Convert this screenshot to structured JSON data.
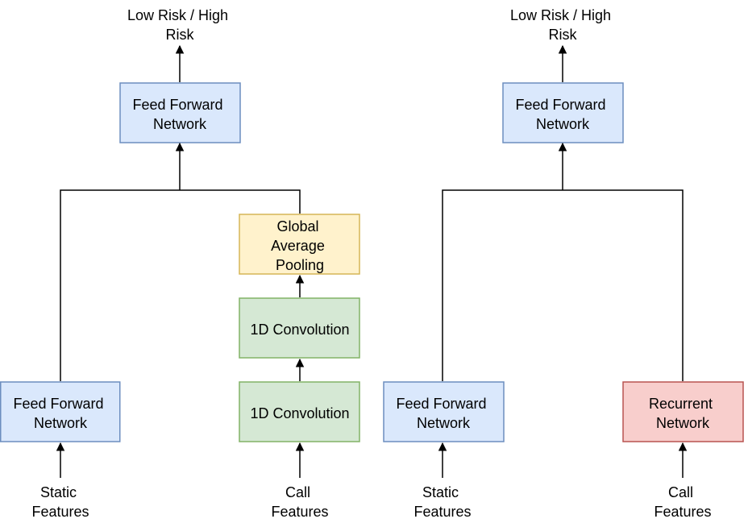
{
  "colors": {
    "blue_fill": "#dae8fc",
    "blue_stroke": "#6c8ebf",
    "green_fill": "#d5e8d4",
    "green_stroke": "#82b366",
    "yellow_fill": "#fff2cc",
    "yellow_stroke": "#d6b656",
    "red_fill": "#f8cecc",
    "red_stroke": "#b85450",
    "line": "#000000"
  },
  "left": {
    "output": [
      "Low Risk / High",
      "Risk"
    ],
    "head": [
      "Feed Forward",
      "Network"
    ],
    "static_branch": [
      "Feed Forward",
      "Network"
    ],
    "pooling": [
      "Global",
      "Average",
      "Pooling"
    ],
    "conv_upper": [
      "1D Convolution"
    ],
    "conv_lower": [
      "1D Convolution"
    ],
    "static_input": [
      "Static",
      "Features"
    ],
    "call_input": [
      "Call",
      "Features"
    ]
  },
  "right": {
    "output": [
      "Low Risk / High",
      "Risk"
    ],
    "head": [
      "Feed Forward",
      "Network"
    ],
    "static_branch": [
      "Feed Forward",
      "Network"
    ],
    "recurrent": [
      "Recurrent",
      "Network"
    ],
    "static_input": [
      "Static",
      "Features"
    ],
    "call_input": [
      "Call",
      "Features"
    ]
  }
}
